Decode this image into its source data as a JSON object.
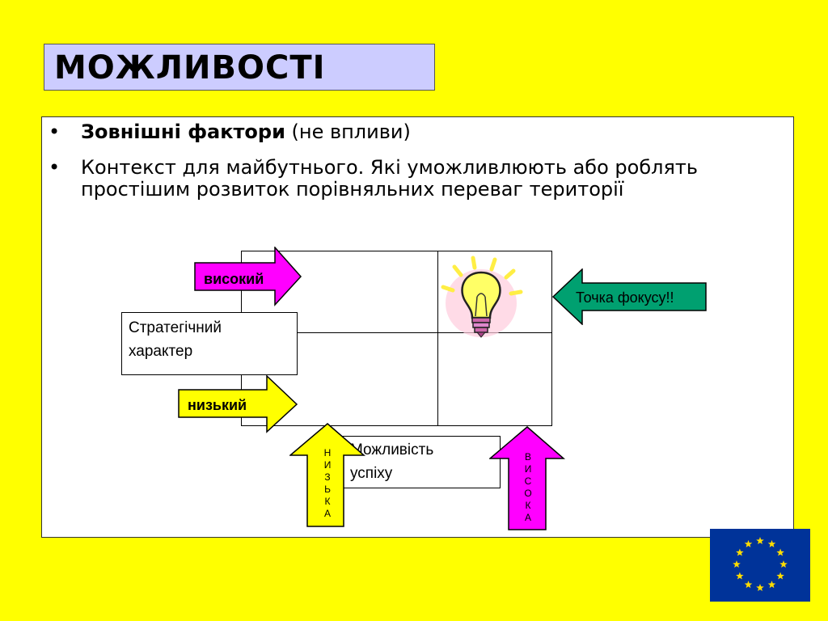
{
  "title": "МОЖЛИВОСТІ",
  "bullets": [
    {
      "bold": "Зовнішні фактори",
      "rest": " (не впливи)"
    },
    {
      "line1": "Контекст для майбутнього. Які уможливлюють або роблять",
      "line2": "простішим розвиток порівняльних переваг території"
    }
  ],
  "bullet_symbol": "•",
  "arrows": {
    "high_label": "високий",
    "low_label": "низький",
    "focus_label": "Точка фокусу!!",
    "low_vertical": [
      "Н",
      "И",
      "З",
      "Ь",
      "К",
      "А"
    ],
    "high_vertical": [
      "В",
      "И",
      "С",
      "О",
      "К",
      "А"
    ]
  },
  "labels": {
    "strategic_line1": "Стратегічний",
    "strategic_line2": "характер",
    "success_line1": "Можливість",
    "success_line2": "успіху"
  },
  "colors": {
    "background": "#ffff00",
    "title_bg": "#ccccff",
    "magenta": "#ff00ff",
    "yellow_arrow": "#ffff00",
    "green": "#00a070",
    "eu_blue": "#003399",
    "eu_star": "#ffdd00"
  },
  "icons": {
    "bulb": "lightbulb-icon",
    "flag": "eu-flag-icon"
  }
}
